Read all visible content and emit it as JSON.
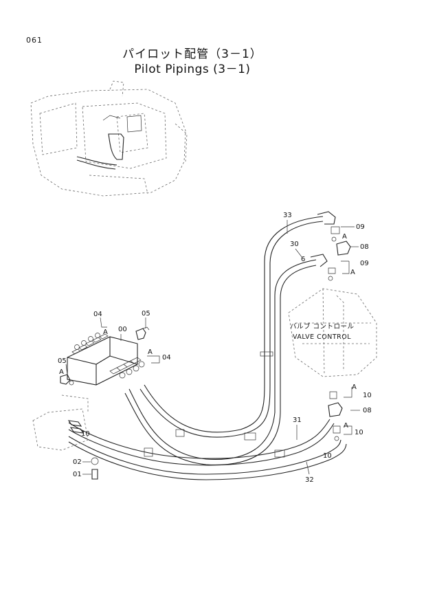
{
  "page_number": "061",
  "title_jp": "パイロット配管（3－1）",
  "title_en": "Pilot Pipings (3－1)",
  "valve_label_jp": "バルブ コントロール",
  "valve_label_en": "VALVE CONTROL",
  "callouts": {
    "c33": "33",
    "c30": "30",
    "c09a": "09",
    "c08a": "08",
    "c09b": "09",
    "c04a": "04",
    "c05a": "05",
    "c00": "00",
    "c04b": "04",
    "c05b": "05",
    "c10a": "10",
    "c08b": "08",
    "c10b": "10",
    "c31": "31",
    "c32": "32",
    "c02": "02",
    "c01": "01"
  },
  "section_marks": {
    "a1": "A",
    "a2": "A",
    "a3": "A",
    "a4": "A",
    "a5": "A",
    "a6": "A",
    "a7": "A"
  },
  "pipe_marks": {
    "p1": "6",
    "p2": "10",
    "p3": "10"
  }
}
